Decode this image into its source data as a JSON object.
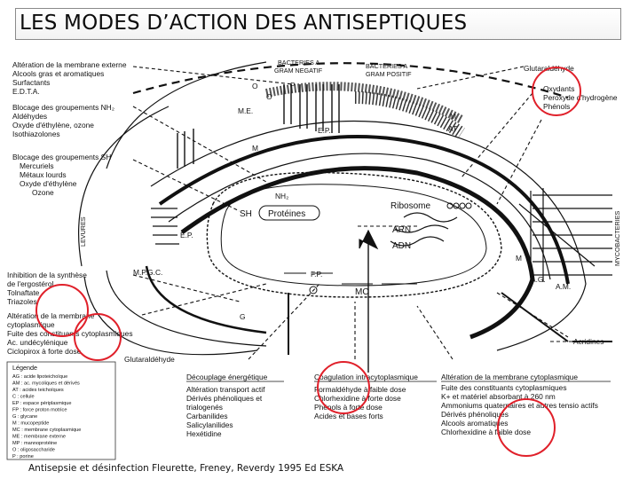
{
  "title": "LES MODES D’ACTION DES ANTISEPTIQUES",
  "source": "Antisepsie et désinfection Fleurette, Freney, Reverdy 1995 Ed ESKA",
  "highlight_color": "#e0202a",
  "left_labels": {
    "alteration_externe": "Altération de la membrane externe",
    "alcools": "Alcools gras et aromatiques",
    "surfactants": "Surfactants",
    "edta": "E.D.T.A.",
    "blocage_nh2": "Blocage des groupements NH₂",
    "aldehydes": "Aldéhydes",
    "oxyde_ozone": "Oxyde d'éthylène, ozone",
    "isothiazolones": "Isothiazolones",
    "blocage_sh": "Blocage des groupements SH",
    "mercuriels": "Mercuriels",
    "metaux": "Métaux lourds",
    "oxyde": "Oxyde d'éthylène",
    "ozone": "Ozone",
    "inhibition": "Inhibition de la synthèse",
    "ergosterol": "de l'ergostérol",
    "tolnaftate": "Tolnaftate",
    "triazoles": "Triazoles",
    "alteration_cyto": "Altération de la membrane",
    "cytoplasmique": "cytoplasmique",
    "fuite": "Fuite des constituants cytoplasmiques",
    "ac_undecylenique": "Ac. undécylénique",
    "ciclopirox": "Ciclopirox à forte dose",
    "glutaraldehyde": "Glutaraldéhyde"
  },
  "legend": {
    "title": "Légende",
    "items": [
      "AG : acide lipoteichoïque",
      "AM : ac. mycoliques et dérivés",
      "AT : acides teichoïques",
      "C : cellule",
      "EP : espace périplasmique",
      "FP : force proton motrice",
      "G : glycane",
      "M : mucopeptide",
      "MC : membrane cytoplasmique",
      "ME : membrane externe",
      "MP : mannoprotéine",
      "O : oligosaccharide",
      "P : porine"
    ]
  },
  "diagram": {
    "gram_neg_1": "BACTERIES A",
    "gram_neg_2": "GRAM NEGATIF",
    "gram_pos_1": "BACTERIES A",
    "gram_pos_2": "GRAM POSITIF",
    "levures": "LEVURES",
    "mycobacteries": "MYCOBACTERIES",
    "me": "M.E.",
    "ep_top": "E.P.",
    "ep_left": "E.P.",
    "m_inner": "M",
    "m_right": "M",
    "at": "AT",
    "nh2": "NH₂",
    "sh": "SH",
    "proteines": "Protéines",
    "ribosome": "Ribosome",
    "arn": "ARN",
    "adn": "ADN",
    "mpgc": "M.P.G.C.",
    "fp": "F.P.",
    "mc": "MC",
    "g": "G",
    "ag": "A.G.",
    "am": "A.M.",
    "m_myco": "M",
    "o_left": "O",
    "o_mid": "O",
    "p": "P"
  },
  "right_labels": {
    "glutaraldehyde": "Glutaraldéhyde",
    "oxydants": "Oxydants",
    "peroxyde": "Peroxyde d'hydrogène",
    "phenols": "Phénols",
    "acridines": "Acridines"
  },
  "bottom_mid": {
    "title": "Découplage énergétique",
    "items": [
      "Altération transport actif",
      "Dérivés phénoliques et",
      "trialogenés",
      "Carbanilides",
      "Salicylanilides",
      "Hexétidine"
    ]
  },
  "bottom_coag": {
    "title": "Coagulation intracytoplasmique",
    "items": [
      "Formaldéhyde à faible dose",
      "Chlorhexidine à forte dose",
      "Phénols à forte dose",
      "Acides et bases forts"
    ]
  },
  "bottom_right": {
    "title": "Altération de la membrane cytoplasmique",
    "items": [
      "Fuite des constituants cytoplasmiques",
      "K+ et matériel absorbant à 260 nm",
      "Ammoniums quaternaires et autres tensio actifs",
      "Dérivés phénoliques",
      "Alcools aromatiques",
      "Chlorhexidine à faible dose"
    ]
  }
}
